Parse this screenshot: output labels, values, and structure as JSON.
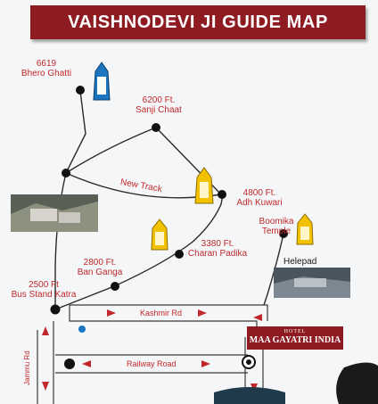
{
  "title": "VAISHNODEVI JI GUIDE MAP",
  "locations": [
    {
      "id": "bhero-ghatti",
      "elevation": "6619",
      "name": "Bhero Ghatti"
    },
    {
      "id": "sanji-chaat",
      "elevation": "6200 Ft.",
      "name": "Sanji Chaat"
    },
    {
      "id": "adh-kuwari",
      "elevation": "4800 Ft.",
      "name": "Adh Kuwari"
    },
    {
      "id": "boomika-temple",
      "name_line1": "Boomika",
      "name_line2": "Temple"
    },
    {
      "id": "charan-padika",
      "elevation": "3380 Ft.",
      "name": "Charan Padika"
    },
    {
      "id": "ban-ganga",
      "elevation": "2800 Ft.",
      "name": "Ban Ganga"
    },
    {
      "id": "bus-stand-katra",
      "elevation": "2500 Ft",
      "name": "Bus Stand Katra"
    }
  ],
  "labels": {
    "new_track": "New Track",
    "helepad": "Helepad"
  },
  "roads": {
    "kashmir": "Kashmir Rd",
    "railway": "Railway Road",
    "jammu": "Jammu Rd"
  },
  "hotel": {
    "line1": "HOTEL",
    "line2": "MAA GAYATRI INDIA"
  },
  "colors": {
    "banner": "#8e1b22",
    "label": "#c0282c",
    "road_arrow": "#c0282c",
    "path": "#2a2a2a",
    "shrine": "#f2c100",
    "bhero_shrine": "#1b76c2"
  }
}
